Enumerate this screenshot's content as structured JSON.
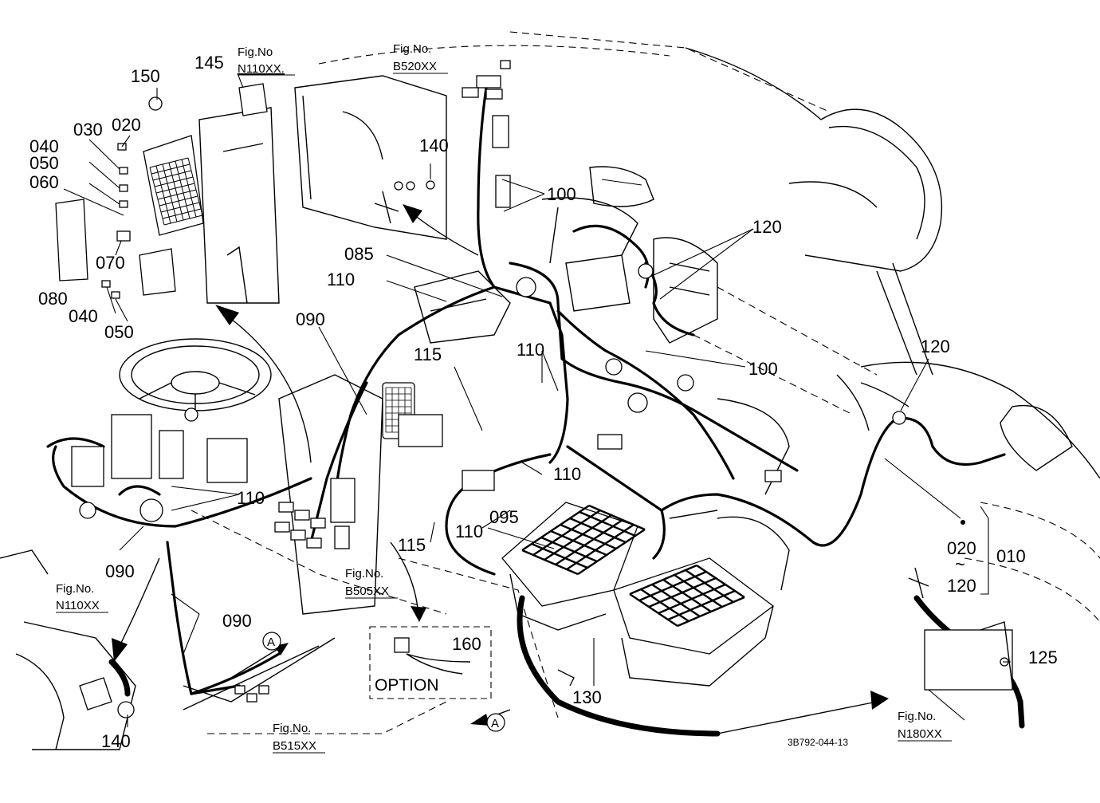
{
  "diagram": {
    "part_numbers": {
      "p150": "150",
      "p145": "145",
      "p020a": "020",
      "p030": "030",
      "p040a": "040",
      "p050a": "050",
      "p060": "060",
      "p070": "070",
      "p080": "080",
      "p040b": "040",
      "p050b": "050",
      "p085": "085",
      "p110a": "110",
      "p090a": "090",
      "p140a": "140",
      "p100a": "100",
      "p120a": "120",
      "p115a": "115",
      "p110b": "110",
      "p100b": "100",
      "p120b": "120",
      "p110c": "110",
      "p110d": "110",
      "p095": "095",
      "p110e": "110",
      "p115b": "115",
      "p020b": "020",
      "p120c": "120",
      "p010": "010",
      "p090b": "090",
      "p090c": "090",
      "p160": "160",
      "p130": "130",
      "p125": "125",
      "p140b": "140",
      "tilde": "~"
    },
    "fig_refs": [
      {
        "label": "Fig.No",
        "code": "N110XX."
      },
      {
        "label": "Fig.No.",
        "code": "B520XX"
      },
      {
        "label": "Fig.No.",
        "code": "N110XX"
      },
      {
        "label": "Fig.No.",
        "code": "B505XX"
      },
      {
        "label": "Fig.No.",
        "code": "B515XX"
      },
      {
        "label": "Fig.No.",
        "code": "N180XX"
      }
    ],
    "option_label": "OPTION",
    "connection_marks": [
      "A",
      "A"
    ],
    "drawing_code": "3B792-044-13"
  }
}
